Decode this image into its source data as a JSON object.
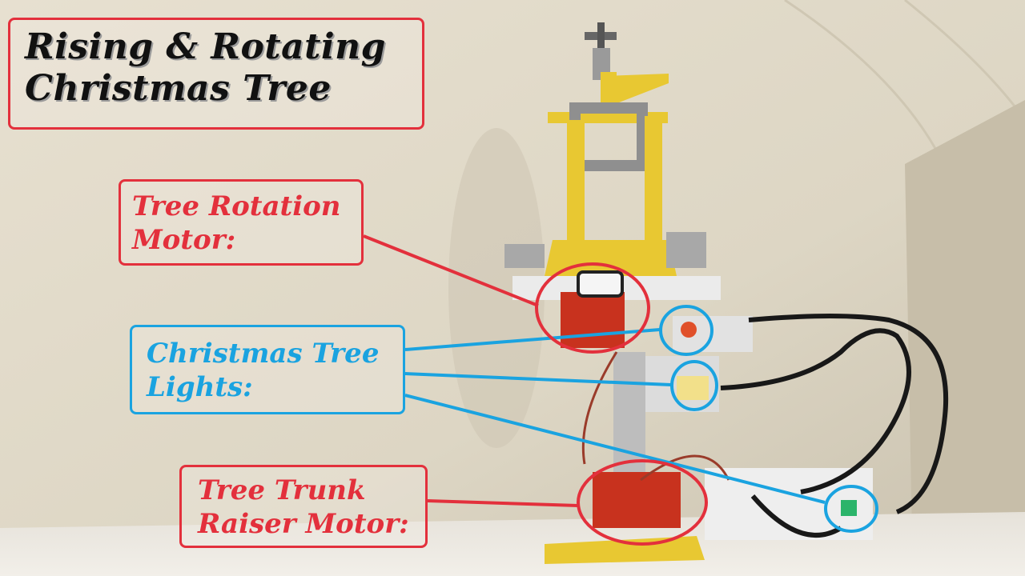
{
  "title": {
    "line1": "Rising & Rotating",
    "line2": "Christmas Tree"
  },
  "labels": {
    "rotation_motor": {
      "line1": "Tree Rotation",
      "line2": "Motor:"
    },
    "tree_lights": {
      "line1": "Christmas Tree",
      "line2": "Lights:"
    },
    "trunk_motor": {
      "line1": "Tree Trunk",
      "line2": "Raiser Motor:"
    }
  },
  "colors": {
    "motor_callout": "#e3303c",
    "lights_callout": "#1aa3e0",
    "frame_yellow": "#e8c832",
    "brick_red": "#c8321e",
    "wall": "#e9e3d4"
  }
}
